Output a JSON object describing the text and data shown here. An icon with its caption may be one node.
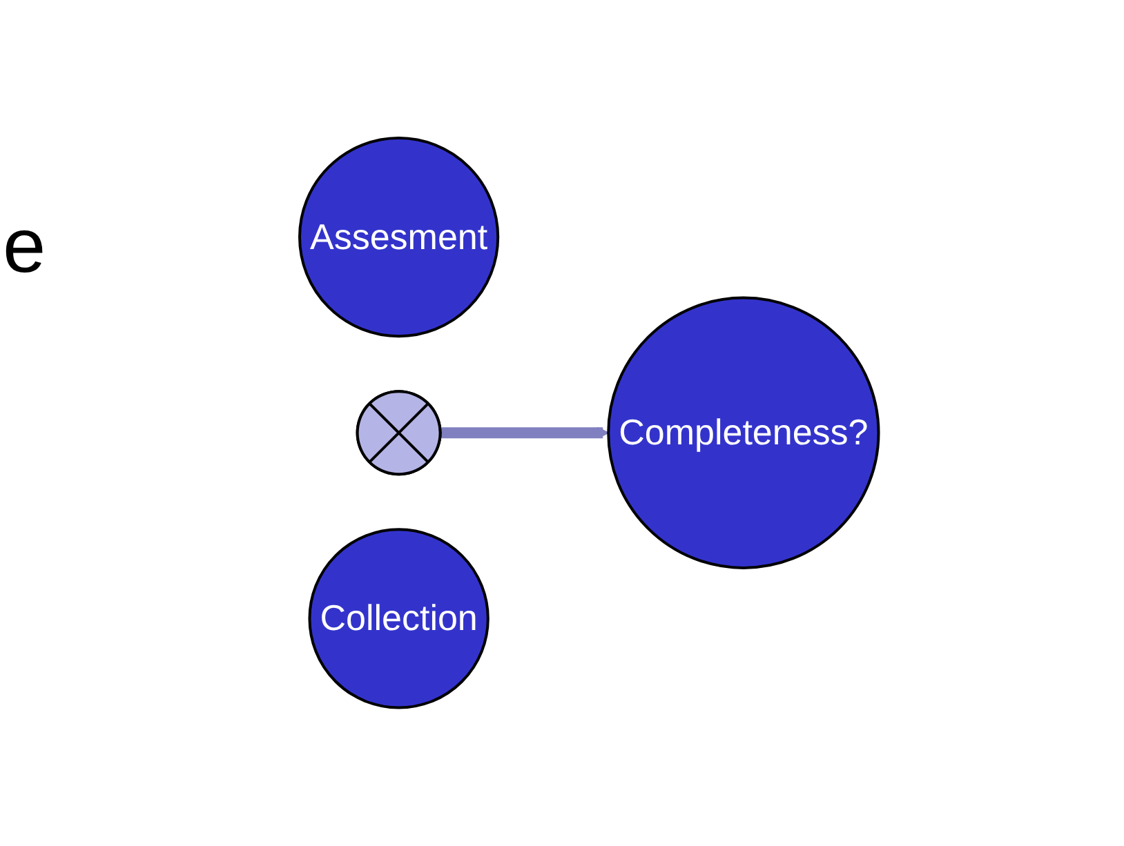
{
  "diagram": {
    "nodes": [
      {
        "text": [
          "Assesment"
        ]
      },
      {
        "text": [],
        "shape": "cross"
      },
      {
        "text": [
          "Collection"
        ]
      },
      {
        "text": [
          "Completeness?"
        ]
      }
    ],
    "edges": [
      {
        "from": 1,
        "to": 3,
        "arrow": "to"
      }
    ],
    "labels": [
      "e"
    ]
  }
}
